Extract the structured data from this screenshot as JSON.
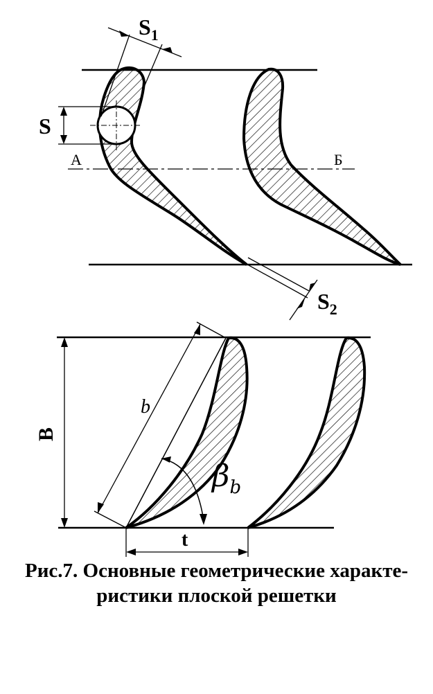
{
  "labels": {
    "s1_main": "S",
    "s1_sub": "1",
    "s": "S",
    "a": "А",
    "b_cyr": "Б",
    "s2_main": "S",
    "s2_sub": "2",
    "big_b": "B",
    "chord": "b",
    "beta_main": "β",
    "beta_sub": "b",
    "pitch": "t"
  },
  "caption": {
    "line1": "Рис.7. Основные геометрические характе-",
    "line2": "ристики плоской решетки"
  }
}
